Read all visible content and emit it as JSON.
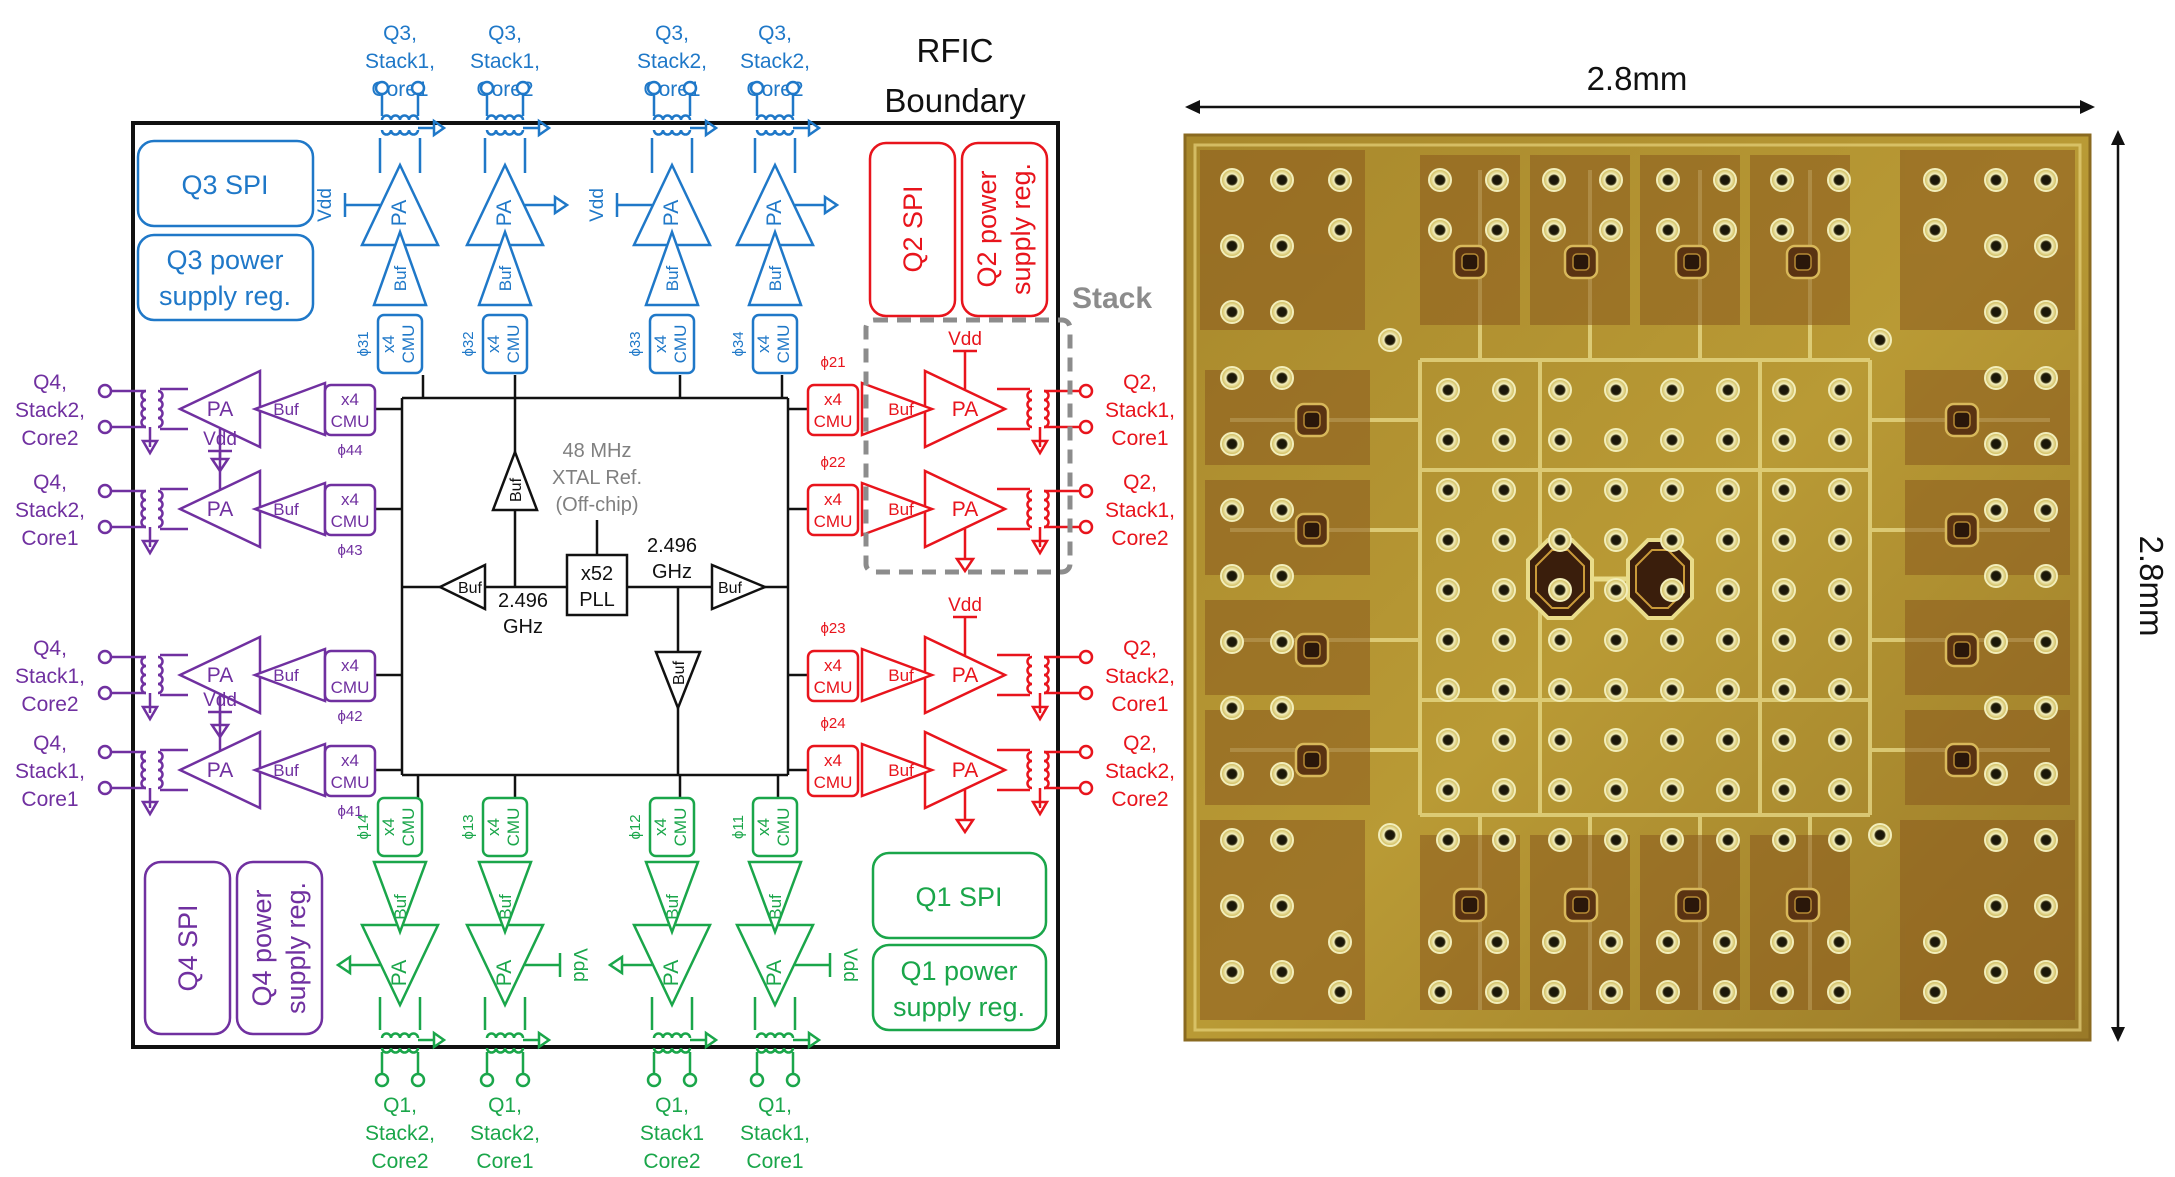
{
  "title": {
    "line1": "RFIC",
    "line2": "Boundary"
  },
  "stack_label": "Stack",
  "dim_width": "2.8mm",
  "dim_height": "2.8mm",
  "colors": {
    "q1": "#1aa64a",
    "q2": "#e8141c",
    "q3": "#1f78c8",
    "q4": "#7030a0",
    "black": "#111111",
    "gray": "#808080"
  },
  "center": {
    "xtal": [
      "48 MHz",
      "XTAL Ref.",
      "(Off-chip)"
    ],
    "pll": [
      "x52",
      "PLL"
    ],
    "freq_left": [
      "2.496",
      "GHz"
    ],
    "freq_right": [
      "2.496",
      "GHz"
    ],
    "buf": "Buf"
  },
  "blocks": {
    "pa": "PA",
    "buf": "Buf",
    "cmu": [
      "x4",
      "CMU"
    ],
    "vdd": "Vdd"
  },
  "q3": {
    "spi": "Q3 SPI",
    "reg": [
      "Q3 power",
      "supply reg."
    ],
    "outputs": [
      [
        "Q3,",
        "Stack1,",
        "Core1"
      ],
      [
        "Q3,",
        "Stack1,",
        "Core2"
      ],
      [
        "Q3,",
        "Stack2,",
        "Core1"
      ],
      [
        "Q3,",
        "Stack2,",
        "Core2"
      ]
    ],
    "phis": [
      "ϕ31",
      "ϕ32",
      "ϕ33",
      "ϕ34"
    ]
  },
  "q2": {
    "spi": "Q2 SPI",
    "reg": [
      "Q2 power",
      "supply reg."
    ],
    "outputs": [
      [
        "Q2,",
        "Stack1,",
        "Core1"
      ],
      [
        "Q2,",
        "Stack1,",
        "Core2"
      ],
      [
        "Q2,",
        "Stack2,",
        "Core1"
      ],
      [
        "Q2,",
        "Stack2,",
        "Core2"
      ]
    ],
    "phis": [
      "ϕ21",
      "ϕ22",
      "ϕ23",
      "ϕ24"
    ]
  },
  "q4": {
    "spi": "Q4 SPI",
    "reg": [
      "Q4 power",
      "supply reg."
    ],
    "outputs": [
      [
        "Q4,",
        "Stack2,",
        "Core2"
      ],
      [
        "Q4,",
        "Stack2,",
        "Core1"
      ],
      [
        "Q4,",
        "Stack1,",
        "Core2"
      ],
      [
        "Q4,",
        "Stack1,",
        "Core1"
      ]
    ],
    "phis": [
      "ϕ44",
      "ϕ43",
      "ϕ42",
      "ϕ41"
    ]
  },
  "q1": {
    "spi": "Q1 SPI",
    "reg": [
      "Q1 power",
      "supply reg."
    ],
    "outputs": [
      [
        "Q1,",
        "Stack2,",
        "Core2"
      ],
      [
        "Q1,",
        "Stack2,",
        "Core1"
      ],
      [
        "Q1,",
        "Stack1",
        "Core2"
      ],
      [
        "Q1,",
        "Stack1,",
        "Core1"
      ]
    ],
    "phis": [
      "ϕ14",
      "ϕ13",
      "ϕ12",
      "ϕ11"
    ]
  }
}
